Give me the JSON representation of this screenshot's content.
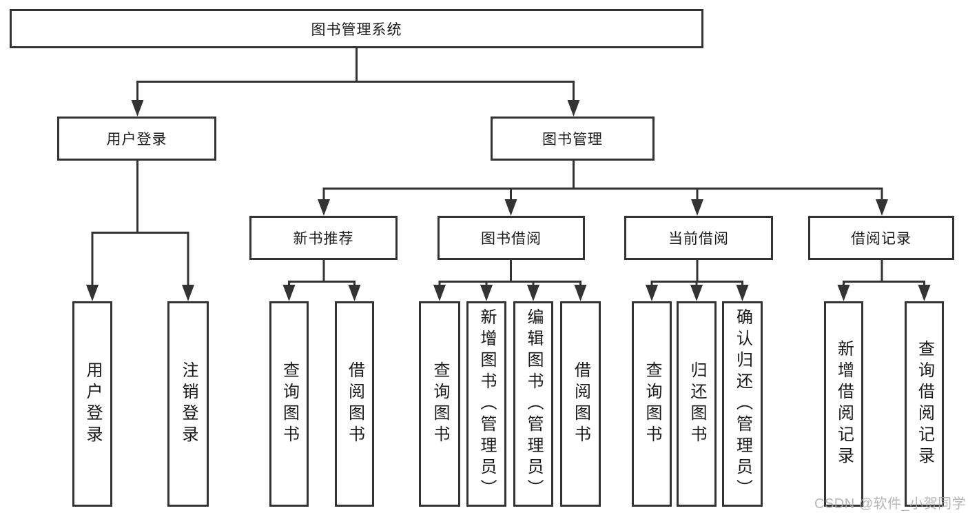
{
  "diagram": {
    "tree": {
      "root": "图书管理系统",
      "branches": [
        {
          "label": "用户登录",
          "children": [
            {
              "label": "用户登录"
            },
            {
              "label": "注销登录"
            }
          ]
        },
        {
          "label": "图书管理",
          "children": [
            {
              "label": "新书推荐",
              "children": [
                {
                  "label": "查询图书"
                },
                {
                  "label": "借阅图书"
                }
              ]
            },
            {
              "label": "图书借阅",
              "children": [
                {
                  "label": "查询图书"
                },
                {
                  "label": "新增图书（管理员）"
                },
                {
                  "label": "编辑图书（管理员）"
                },
                {
                  "label": "借阅图书"
                }
              ]
            },
            {
              "label": "当前借阅",
              "children": [
                {
                  "label": "查询图书"
                },
                {
                  "label": "归还图书"
                },
                {
                  "label": "确认归还（管理员）"
                }
              ]
            },
            {
              "label": "借阅记录",
              "children": [
                {
                  "label": "新增借阅记录"
                },
                {
                  "label": "查询借阅记录"
                }
              ]
            }
          ]
        }
      ]
    },
    "colors": {
      "line": "#333333",
      "box_border": "#333333",
      "text": "#1a1a1a",
      "background": "#ffffff",
      "watermark": "#aaaaaa"
    }
  },
  "watermark": {
    "text": "CSDN @软件_小贺同学"
  }
}
